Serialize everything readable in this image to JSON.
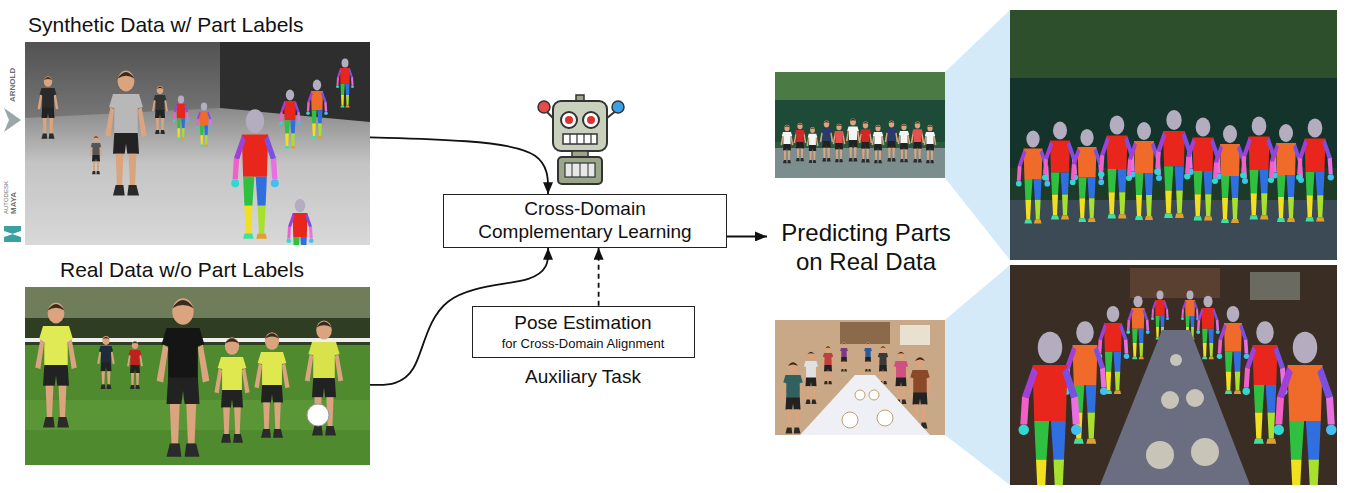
{
  "diagram": {
    "nodes": [
      {
        "text": [
          "Synthetic Data w/ Part Labels"
        ]
      },
      {
        "text": [
          "Real Data w/o Part Labels"
        ]
      },
      {
        "text": [
          "Cross-Domain Complementary Learning"
        ]
      },
      {
        "text": [
          "Pose Estimation",
          "for Cross-Domain Alignment",
          "Auxiliary Task"
        ]
      },
      {
        "text": [
          "Predicting Parts on Real Data"
        ]
      }
    ],
    "edges": [
      {
        "from": 0,
        "to": 2,
        "arrow": "to"
      },
      {
        "from": 1,
        "to": 2,
        "arrow": "to"
      },
      {
        "from": 3,
        "to": 2,
        "arrow": "to"
      },
      {
        "from": 2,
        "to": 4,
        "arrow": "to"
      }
    ],
    "labels": [
      "ARNOLD",
      "AUTODESK",
      "MAYA"
    ]
  }
}
